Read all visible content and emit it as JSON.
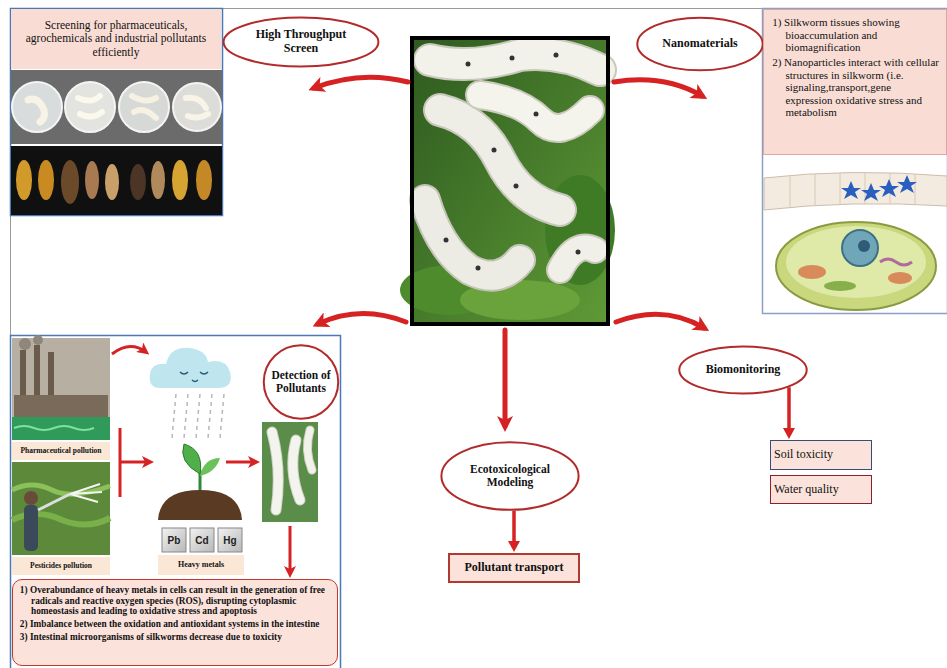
{
  "diagram": {
    "nodes": [
      {
        "text": [
          "High Throughput Screen"
        ]
      },
      {
        "text": [
          "Screening for pharmaceuticals, agrochemicals and industrial pollutants efficiently"
        ]
      },
      {
        "text": [
          "Nanomaterials"
        ]
      },
      {
        "text": [
          "1) Silkworm tissues showing bioaccumulation and biomagnification",
          "2) Nanoparticles interact with cellular structures in silkworm (i.e. signaling,transport,gene expression oxidative stress and metabolism"
        ]
      },
      {
        "text": [
          "Detection of Pollutants"
        ]
      },
      {
        "text": [
          "Pharmaceutical pollution"
        ]
      },
      {
        "text": [
          "Pesticides pollution"
        ]
      },
      {
        "text": [
          "Heavy metals"
        ]
      },
      {
        "text": [
          "1) Overabundance of heavy metals in cells can result in the generation of free radicals and reactive oxygen species (ROS), disrupting cytoplasmic homeostasis and leading to oxidative stress and apoptosis",
          "2) Imbalance between the oxidation and antioxidant systems in the intestine",
          "3) Intestinal microorganisms of silkworms decrease due to toxicity"
        ]
      },
      {
        "text": [
          "Ecotoxicological Modeling"
        ]
      },
      {
        "text": [
          "Pollutant transport"
        ]
      },
      {
        "text": [
          "Biomonitoring"
        ]
      },
      {
        "text": [
          "Soil toxicity"
        ]
      },
      {
        "text": [
          "Water quality"
        ]
      }
    ],
    "edges": [
      {
        "from": 9,
        "to": 10,
        "arrow": "to"
      },
      {
        "from": 11,
        "to": 12,
        "arrow": "to"
      }
    ],
    "labels": [
      "Pb",
      "Cd",
      "Hg"
    ]
  }
}
